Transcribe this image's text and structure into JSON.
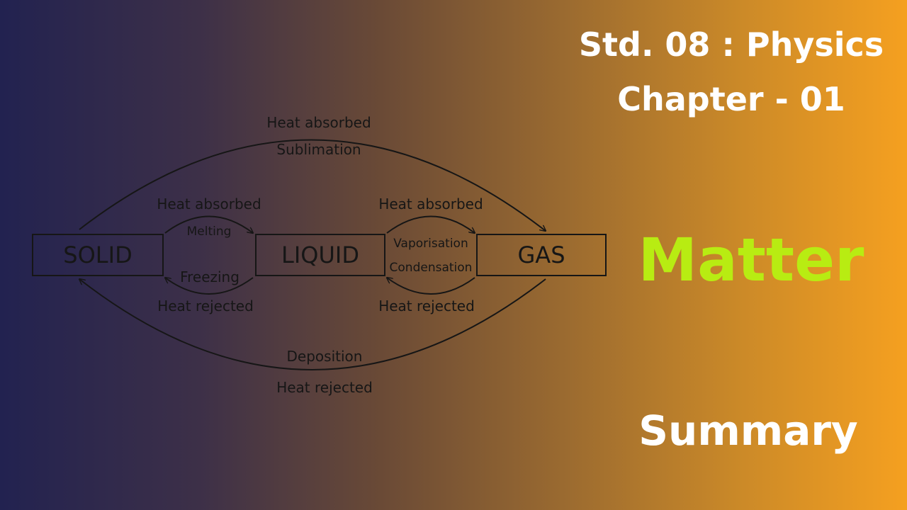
{
  "header": {
    "line1": "Std. 08 : Physics",
    "line2": "Chapter - 01"
  },
  "topic": "Matter",
  "subtitle": "Summary",
  "colors": {
    "topic": "#b8ec12",
    "text": "#ffffff",
    "diagram_ink": "#161616"
  },
  "diagram": {
    "states": {
      "solid": "SOLID",
      "liquid": "LIQUID",
      "gas": "GAS"
    },
    "transitions": {
      "sublimation": {
        "name": "Sublimation",
        "heat": "Heat absorbed"
      },
      "melting": {
        "name": "Melting",
        "heat": "Heat absorbed"
      },
      "freezing": {
        "name": "Freezing",
        "heat": "Heat rejected"
      },
      "vaporisation": {
        "name": "Vaporisation",
        "heat": "Heat absorbed"
      },
      "condensation": {
        "name": "Condensation",
        "heat": "Heat rejected"
      },
      "deposition": {
        "name": "Deposition",
        "heat": "Heat rejected"
      }
    }
  }
}
